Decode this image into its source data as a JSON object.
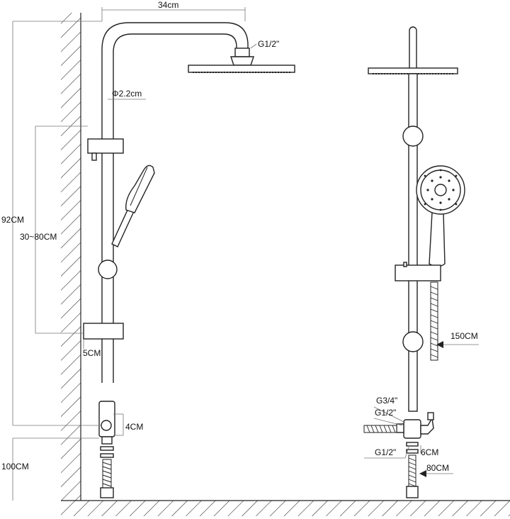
{
  "labels": {
    "top_width": "34cm",
    "head_thread": "G1/2\"",
    "pipe_diameter": "Φ2.2cm",
    "total_height": "92CM",
    "slide_range": "30~80CM",
    "bracket_depth": "5CM",
    "valve_size": "4CM",
    "floor_height": "100CM",
    "hose_length": "150CM",
    "inlet_thread_large": "G3/4\"",
    "inlet_thread_upper": "G1/2\"",
    "inlet_thread_lower": "G1/2\"",
    "outlet_size": "6CM",
    "supply_hose_length": "80CM"
  }
}
